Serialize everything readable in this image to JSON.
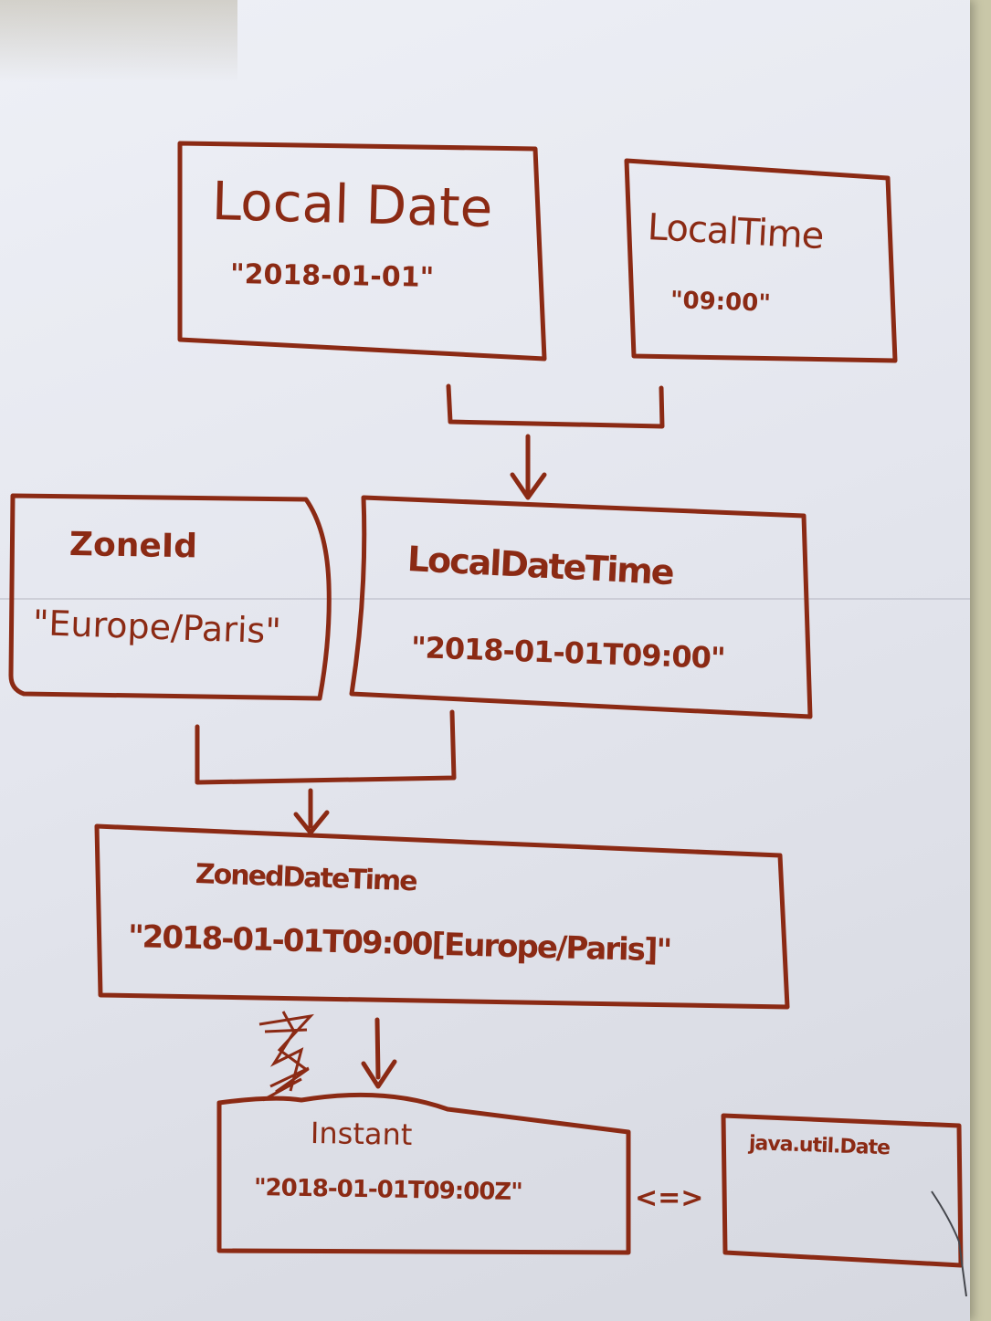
{
  "diagram": {
    "nodes": {
      "local_date": {
        "title": "Local Date",
        "value": "\"2018-01-01\""
      },
      "local_time": {
        "title": "LocalTime",
        "value": "\"09:00\""
      },
      "zone_id": {
        "title": "ZoneId",
        "value": "\"Europe/Paris\""
      },
      "local_date_time": {
        "title": "LocalDateTime",
        "value": "\"2018-01-01T09:00\""
      },
      "zoned_date_time": {
        "title": "ZonedDateTime",
        "value": "\"2018-01-01T09:00[Europe/Paris]\""
      },
      "instant": {
        "title": "Instant",
        "value": "\"2018-01-01T09:00Z\""
      },
      "java_util_date": {
        "title": "java.util.Date"
      }
    },
    "equivalence_label": "<=>",
    "ink_color": "#8b2a14"
  }
}
